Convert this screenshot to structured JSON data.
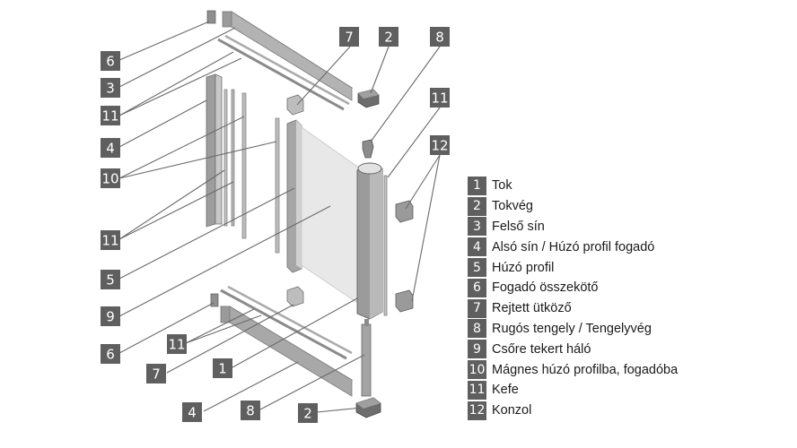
{
  "colors": {
    "badge": "#5f5f5f",
    "part_light": "#c9c9c9",
    "part_mid": "#9e9e9e",
    "part_dark": "#6e6e6e",
    "leader": "#6a6a6a",
    "mesh": "#e6e6e6"
  },
  "callouts": [
    {
      "id": "c6a",
      "n": "6"
    },
    {
      "id": "c3",
      "n": "3"
    },
    {
      "id": "c11a",
      "n": "11"
    },
    {
      "id": "c4a",
      "n": "4"
    },
    {
      "id": "c10",
      "n": "10"
    },
    {
      "id": "c11b",
      "n": "11"
    },
    {
      "id": "c5",
      "n": "5"
    },
    {
      "id": "c9",
      "n": "9"
    },
    {
      "id": "c6b",
      "n": "6"
    },
    {
      "id": "c11c",
      "n": "11"
    },
    {
      "id": "c7b",
      "n": "7"
    },
    {
      "id": "c1",
      "n": "1"
    },
    {
      "id": "c4b",
      "n": "4"
    },
    {
      "id": "c8b",
      "n": "8"
    },
    {
      "id": "c2b",
      "n": "2"
    },
    {
      "id": "c7a",
      "n": "7"
    },
    {
      "id": "c2a",
      "n": "2"
    },
    {
      "id": "c8a",
      "n": "8"
    },
    {
      "id": "c11d",
      "n": "11"
    },
    {
      "id": "c12",
      "n": "12"
    }
  ],
  "legend": [
    {
      "n": "1",
      "label": "Tok"
    },
    {
      "n": "2",
      "label": "Tokvég"
    },
    {
      "n": "3",
      "label": "Felső sín"
    },
    {
      "n": "4",
      "label": "Alsó sín / Húzó profil fogadó"
    },
    {
      "n": "5",
      "label": "Húzó profil"
    },
    {
      "n": "6",
      "label": "Fogadó összekötő"
    },
    {
      "n": "7",
      "label": "Rejtett ütköző"
    },
    {
      "n": "8",
      "label": "Rugós tengely / Tengelyvég"
    },
    {
      "n": "9",
      "label": "Csőre tekert háló"
    },
    {
      "n": "10",
      "label": "Mágnes húzó profilba, fogadóba"
    },
    {
      "n": "11",
      "label": "Kefe"
    },
    {
      "n": "12",
      "label": "Konzol"
    }
  ]
}
